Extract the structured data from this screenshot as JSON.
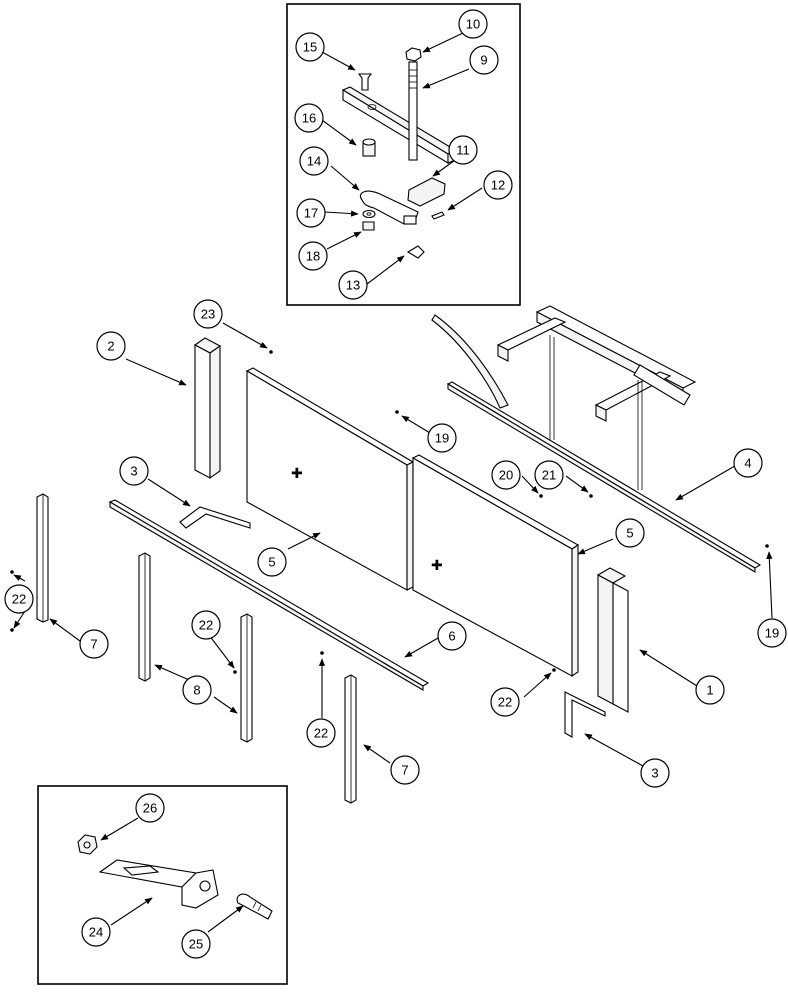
{
  "callouts": [
    "1",
    "2",
    "3",
    "3",
    "4",
    "5",
    "5",
    "6",
    "7",
    "7",
    "8",
    "9",
    "10",
    "11",
    "12",
    "13",
    "14",
    "15",
    "16",
    "17",
    "18",
    "19",
    "19",
    "20",
    "21",
    "22",
    "22",
    "22",
    "22",
    "23",
    "24",
    "25",
    "26"
  ]
}
